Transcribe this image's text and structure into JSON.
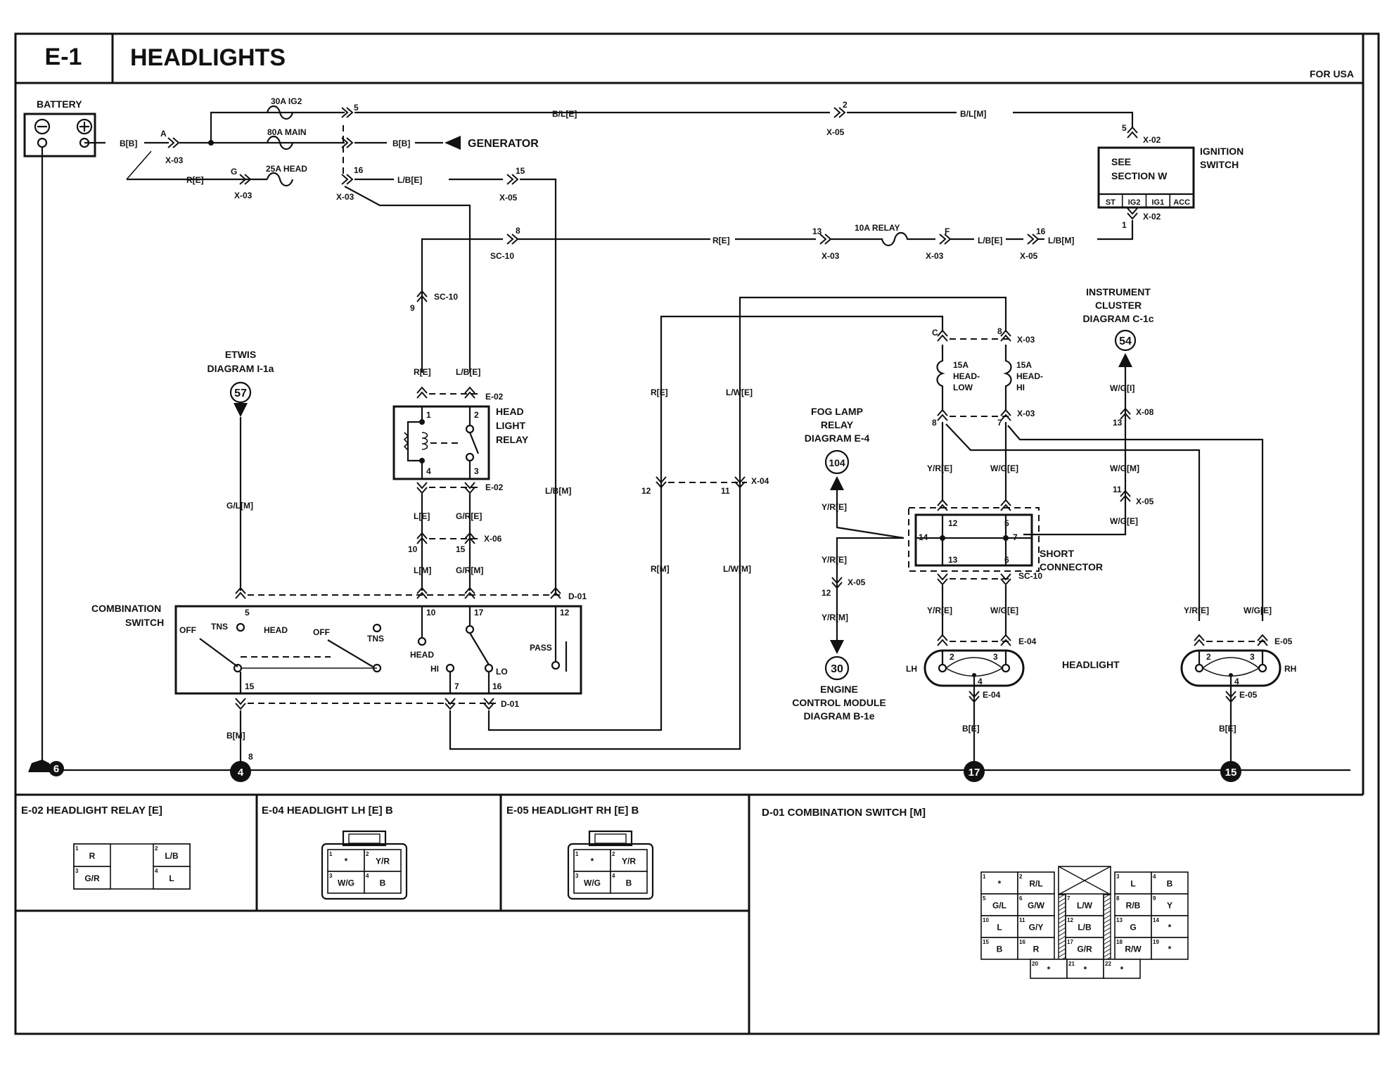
{
  "header": {
    "code": "E-1",
    "title": "HEADLIGHTS",
    "region": "FOR USA"
  },
  "components": {
    "battery": "BATTERY",
    "generator": "GENERATOR",
    "ignition_switch": "IGNITION SWITCH",
    "see_section_l1": "SEE",
    "see_section_l2": "SECTION W",
    "ign_terms": [
      "ST",
      "IG2",
      "IG1",
      "ACC"
    ],
    "head_light_relay": [
      "HEAD",
      "LIGHT",
      "RELAY"
    ],
    "combination_switch": [
      "COMBINATION",
      "SWITCH"
    ],
    "short_connector": [
      "SHORT",
      "CONNECTOR"
    ],
    "headlight": "HEADLIGHT",
    "lh": "LH",
    "rh": "RH"
  },
  "fuses": {
    "ig2": "30A IG2",
    "main": "80A MAIN",
    "head": "25A HEAD",
    "relay": "10A RELAY",
    "head_low": [
      "15A",
      "HEAD-",
      "LOW"
    ],
    "head_hi": [
      "15A",
      "HEAD-",
      "HI"
    ]
  },
  "references": {
    "etwis": {
      "lines": [
        "ETWIS",
        "DIAGRAM I-1a"
      ],
      "num": "57"
    },
    "fog": {
      "lines": [
        "FOG LAMP",
        "RELAY",
        "DIAGRAM E-4"
      ],
      "num": "104"
    },
    "ecm": {
      "lines": [
        "ENGINE",
        "CONTROL MODULE",
        "DIAGRAM B-1e"
      ],
      "num": "30"
    },
    "cluster": {
      "lines": [
        "INSTRUMENT",
        "CLUSTER",
        "DIAGRAM C-1c"
      ],
      "num": "54"
    }
  },
  "grounds": {
    "g6": "6",
    "g4": "4",
    "g17": "17",
    "g15": "15"
  },
  "wires": {
    "bb": "B[B]",
    "re": "R[E]",
    "lbe": "L/B[E]",
    "lbm": "L/B[M]",
    "ble": "B/L[E]",
    "blm": "B/L[M]",
    "le": "L[E]",
    "lm": "L[M]",
    "gre": "G/R[E]",
    "grm": "G/R[M]",
    "rm": "R[M]",
    "lwe": "L/W[E]",
    "lwm": "L/W[M]",
    "glm": "G/L[M]",
    "bm": "B[M]",
    "be": "B[E]",
    "yre": "Y/R[E]",
    "yrm": "Y/R[M]",
    "wge": "W/G[E]",
    "wgm": "W/G[M]",
    "wgi": "W/G[I]"
  },
  "connectors": {
    "x03": "X-03",
    "x05": "X-05",
    "x02": "X-02",
    "x04": "X-04",
    "x06": "X-06",
    "x08": "X-08",
    "sc10": "SC-10",
    "e02": "E-02",
    "e04": "E-04",
    "e05": "E-05",
    "d01": "D-01"
  },
  "pins": {
    "A": "A",
    "G": "G",
    "F": "F",
    "C": "C",
    "p1": "1",
    "p2": "2",
    "p3": "3",
    "p4": "4",
    "p5": "5",
    "p6": "6",
    "p7": "7",
    "p8": "8",
    "p9": "9",
    "p10": "10",
    "p11": "11",
    "p12": "12",
    "p13": "13",
    "p14": "14",
    "p15": "15",
    "p16": "16",
    "p17": "17"
  },
  "switch_labels": {
    "off": "OFF",
    "tns": "TNS",
    "head": "HEAD",
    "hi": "HI",
    "lo": "LO",
    "pass": "PASS"
  },
  "bottom": {
    "e02": {
      "title": "E-02 HEADLIGHT RELAY [E]",
      "cells": [
        {
          "pin": "1",
          "v": "R"
        },
        {
          "pin": "2",
          "v": "L/B"
        },
        {
          "pin": "3",
          "v": "G/R"
        },
        {
          "pin": "4",
          "v": "L"
        }
      ]
    },
    "e04": {
      "title": "E-04 HEADLIGHT LH [E] B",
      "cells": [
        {
          "pin": "1",
          "v": "*"
        },
        {
          "pin": "2",
          "v": "Y/R"
        },
        {
          "pin": "3",
          "v": "W/G"
        },
        {
          "pin": "4",
          "v": "B"
        }
      ]
    },
    "e05": {
      "title": "E-05 HEADLIGHT RH [E] B",
      "cells": [
        {
          "pin": "1",
          "v": "*"
        },
        {
          "pin": "2",
          "v": "Y/R"
        },
        {
          "pin": "3",
          "v": "W/G"
        },
        {
          "pin": "4",
          "v": "B"
        }
      ]
    },
    "d01": {
      "title": "D-01 COMBINATION SWITCH [M]",
      "left": [
        {
          "pin": "1",
          "v": "*"
        },
        {
          "pin": "2",
          "v": "R/L"
        },
        {
          "pin": "5",
          "v": "G/L"
        },
        {
          "pin": "6",
          "v": "G/W"
        },
        {
          "pin": "10",
          "v": "L"
        },
        {
          "pin": "11",
          "v": "G/Y"
        },
        {
          "pin": "15",
          "v": "B"
        },
        {
          "pin": "16",
          "v": "R"
        }
      ],
      "mid": [
        {
          "pin": "7",
          "v": "L/W"
        },
        {
          "pin": "12",
          "v": "L/B"
        },
        {
          "pin": "17",
          "v": "G/R"
        }
      ],
      "right": [
        {
          "pin": "3",
          "v": "L"
        },
        {
          "pin": "4",
          "v": "B"
        },
        {
          "pin": "8",
          "v": "R/B"
        },
        {
          "pin": "9",
          "v": "Y"
        },
        {
          "pin": "13",
          "v": "G"
        },
        {
          "pin": "14",
          "v": "*"
        },
        {
          "pin": "18",
          "v": "R/W"
        },
        {
          "pin": "19",
          "v": "*"
        }
      ],
      "bottom": [
        {
          "pin": "20",
          "v": "*"
        },
        {
          "pin": "21",
          "v": "*"
        },
        {
          "pin": "22",
          "v": "*"
        }
      ]
    }
  }
}
